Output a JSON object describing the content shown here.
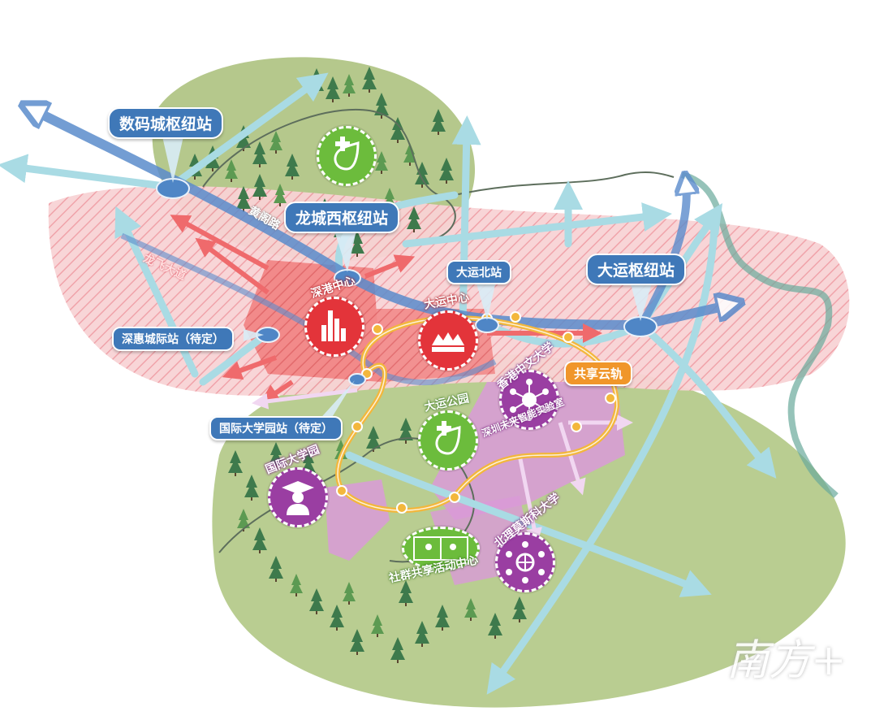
{
  "stations": {
    "shuma": "数码城枢纽站",
    "longcheng_west": "龙城西枢纽站",
    "dayun_north": "大运北站",
    "dayun_hub": "大运枢纽站",
    "shenhui": "深惠城际站（待定）",
    "intl_univ": "国际大学园站（待定）"
  },
  "rail": "共享云轨",
  "roads": {
    "huangge": "黄阁路",
    "longfei": "龙飞大道"
  },
  "poi": {
    "shengang": "深港中心",
    "dayun_center": "大运中心",
    "cuhk": "香港中文大学",
    "cuhk_sub": "深圳未来智能实验室",
    "dayun_park": "大运公园",
    "intl_univ_park": "国际大学园",
    "mos": "北理莫斯科大学",
    "community": "社群共享活动中心"
  },
  "icons": {
    "park_top": "leaf-cross-icon",
    "shengang": "skyline-icon",
    "dayun_center": "stadium-icon",
    "cuhk": "network-icon",
    "dayun_park": "leaf-cross-icon",
    "intl_univ_park": "graduate-icon",
    "mos": "globe-network-icon",
    "community": "sports-icon"
  },
  "watermark": "南方+",
  "colors": {
    "green_zone": "#b7c98c",
    "pink_zone": "#f6c9cc",
    "red_core": "#f07a7a",
    "purple_zone": "#d79ad8",
    "hub_blue": "#3f78b8",
    "arrow_blue": "#a8dbe6",
    "rail": "#f3b73c"
  }
}
